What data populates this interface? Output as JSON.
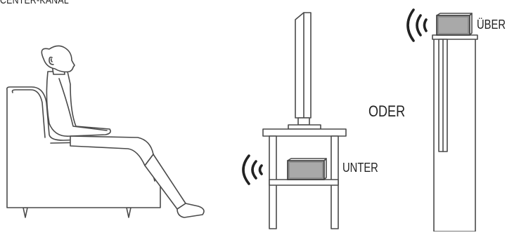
{
  "header": {
    "section_title": "CENTER-KANAL"
  },
  "labels": {
    "below_tv": "UNTER",
    "or": "ODER",
    "above_tv": "ÜBER"
  }
}
